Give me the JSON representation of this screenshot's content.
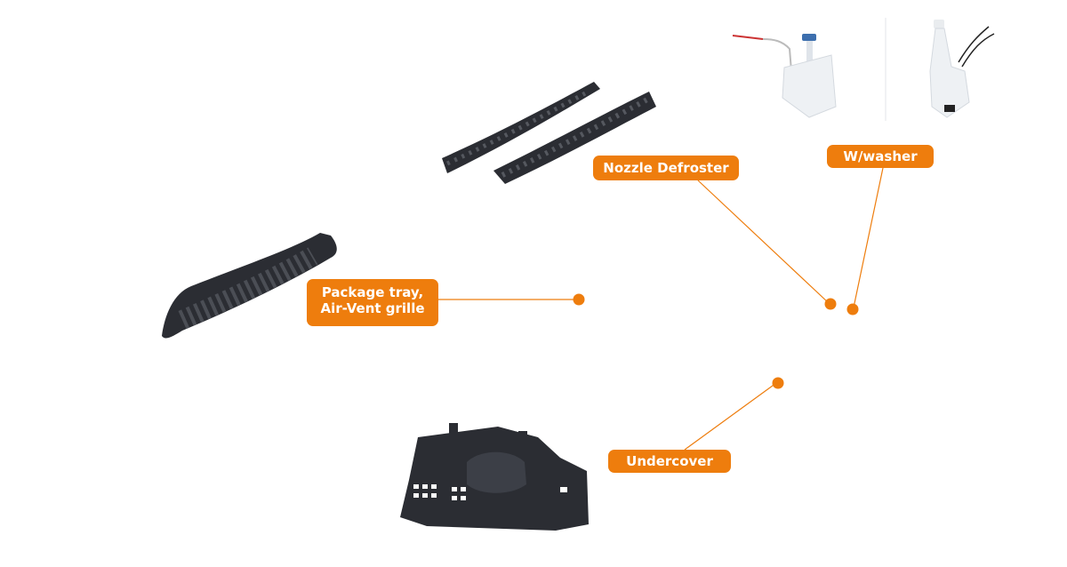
{
  "callouts": {
    "nozzle_defroster": "Nozzle Defroster",
    "washer": "W/washer",
    "package_tray_line1": "Package tray,",
    "package_tray_line2": "Air-Vent grille",
    "undercover": "Undercover"
  },
  "colors": {
    "accent": "#ee7d0d",
    "part_dark": "#2b2d33",
    "part_mid": "#3c3f47",
    "washer_white": "#eef1f4",
    "washer_cap": "#3d6fae"
  },
  "icons": [
    "air-vent-grille-image",
    "nozzle-defroster-image",
    "washer-tank-image",
    "undercover-image"
  ]
}
